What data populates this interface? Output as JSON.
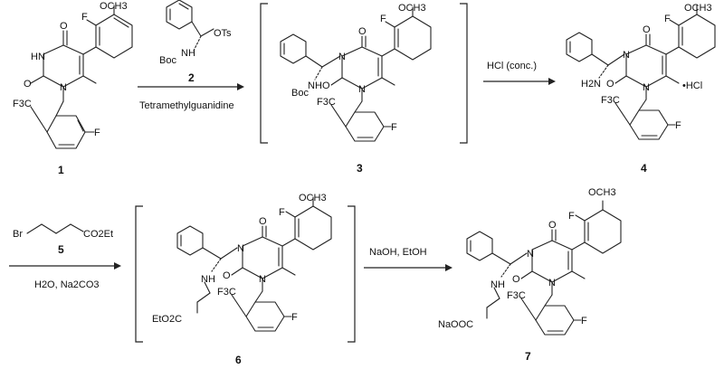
{
  "compounds": [
    {
      "id": "1",
      "label": "1"
    },
    {
      "id": "2",
      "label": "2"
    },
    {
      "id": "3",
      "label": "3"
    },
    {
      "id": "4",
      "label": "4"
    },
    {
      "id": "5",
      "label": "5"
    },
    {
      "id": "6",
      "label": "6"
    },
    {
      "id": "7",
      "label": "7"
    }
  ],
  "atoms": {
    "och3": "OCH3",
    "f": "F",
    "o": "O",
    "hn": "HN",
    "n": "N",
    "nh": "NH",
    "h2n": "H2N",
    "cf3": "F3C",
    "otS": "OTs",
    "boc": "Boc",
    "br": "Br",
    "co2et": "CO2Et",
    "etoc": "EtO2C",
    "naooc": "NaOOC",
    "hcl": "•HCl"
  },
  "conditions": {
    "step1": "Tetramethylguanidine",
    "step2": "HCl (conc.)",
    "step3": "H2O, Na2CO3",
    "step4": "NaOH, EtOH"
  }
}
